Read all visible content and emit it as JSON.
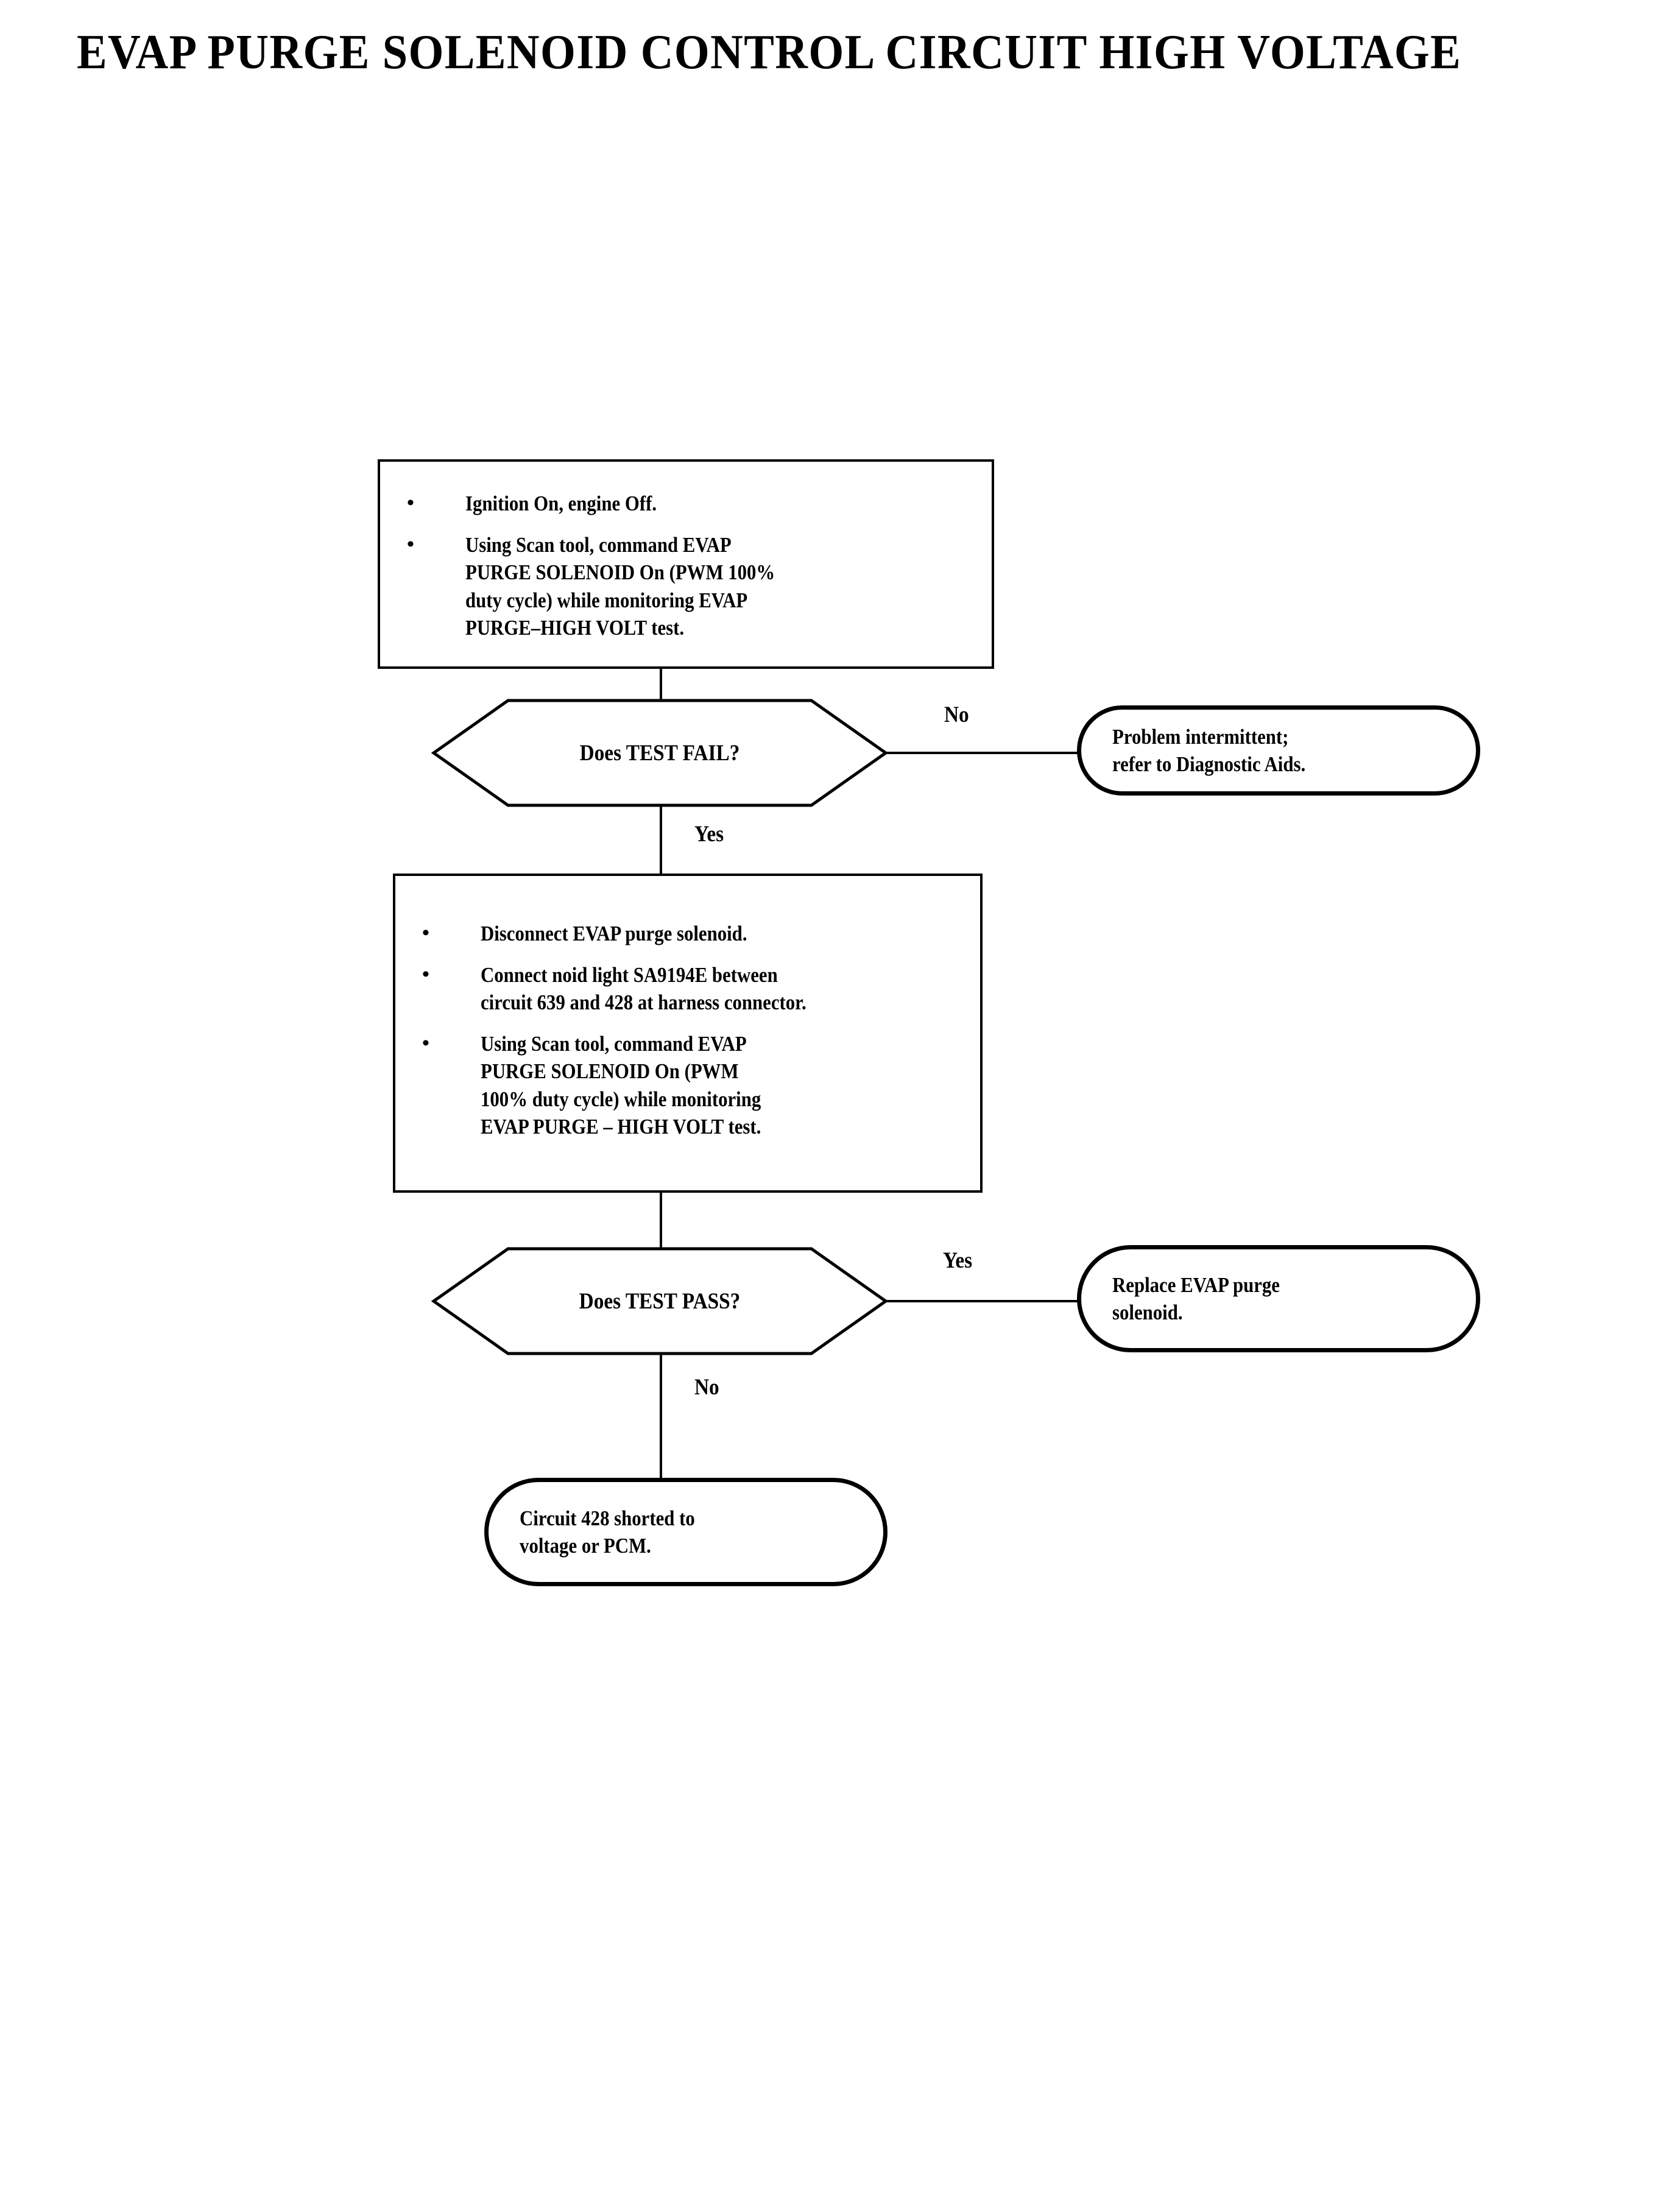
{
  "document": {
    "title": "EVAP PURGE SOLENOID CONTROL CIRCUIT HIGH VOLTAGE"
  },
  "flowchart": {
    "bullet_glyph": "•",
    "steps": {
      "step1": {
        "kind": "process",
        "bullets": [
          "Ignition On, engine Off.",
          "Using Scan tool, command EVAP\nPURGE SOLENOID On (PWM 100%\nduty cycle) while monitoring EVAP\nPURGE–HIGH VOLT test."
        ]
      },
      "decision1": {
        "kind": "decision",
        "question": "Does TEST FAIL?",
        "branch_no": "No",
        "branch_yes": "Yes"
      },
      "terminator1": {
        "kind": "terminator",
        "text": "Problem intermittent;\nrefer to Diagnostic Aids."
      },
      "step2": {
        "kind": "process",
        "bullets": [
          "Disconnect EVAP purge solenoid.",
          "Connect noid light SA9194E between\ncircuit 639 and 428 at harness connector.",
          "Using Scan tool, command EVAP\nPURGE SOLENOID On (PWM\n100% duty cycle) while monitoring\nEVAP PURGE – HIGH VOLT test."
        ]
      },
      "decision2": {
        "kind": "decision",
        "question": "Does TEST PASS?",
        "branch_yes": "Yes",
        "branch_no": "No"
      },
      "terminator2": {
        "kind": "terminator",
        "text": "Replace EVAP purge\nsolenoid."
      },
      "terminator3": {
        "kind": "terminator",
        "text": "Circuit 428 shorted to\nvoltage or PCM."
      }
    }
  },
  "colors": {
    "ink": "#000000",
    "paper": "#ffffff"
  }
}
